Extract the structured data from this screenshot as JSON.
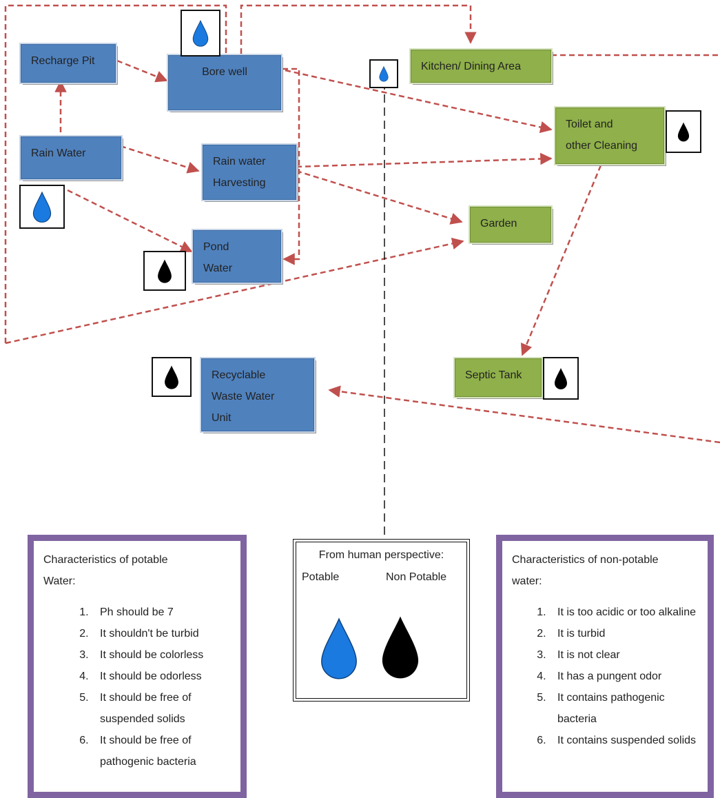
{
  "nodes": {
    "recharge_pit": [
      "Recharge Pit"
    ],
    "bore_well": [
      "Bore well"
    ],
    "rain_water": [
      "Rain Water"
    ],
    "rain_water_harvesting": [
      "Rain water",
      "Harvesting"
    ],
    "pond_water": [
      "Pond",
      "Water"
    ],
    "recyclable_waste_water_unit": [
      "Recyclable",
      "Waste Water",
      "Unit"
    ],
    "kitchen_dining_area": [
      "Kitchen/ Dining Area"
    ],
    "toilet_cleaning": [
      "Toilet and",
      "other Cleaning"
    ],
    "garden": [
      "Garden"
    ],
    "septic_tank": [
      "Septic Tank"
    ]
  },
  "colors": {
    "source_box": "#4f81bd",
    "usage_box": "#8fb04a",
    "arrow": "#c0504d",
    "panel_border": "#8064a2",
    "potable_drop": "#1a7ae0",
    "non_potable_drop": "#000000"
  },
  "icons": {
    "potable": "blue-water-drop-icon",
    "non_potable": "black-water-drop-icon"
  },
  "potable_panel": {
    "title": [
      "Characteristics of potable",
      "Water:"
    ],
    "items": [
      "Ph should be 7",
      "It shouldn't be turbid",
      "It should be colorless",
      "It should be odorless",
      "It should be free of suspended solids",
      "It should be free of pathogenic bacteria"
    ]
  },
  "legend": {
    "heading": "From human perspective:",
    "potable_label": "Potable",
    "non_potable_label": "Non Potable"
  },
  "non_potable_panel": {
    "title": [
      "Characteristics of non-potable",
      "water:"
    ],
    "items": [
      "It is too acidic or too alkaline",
      "It is turbid",
      "It is not clear",
      "It has a pungent odor",
      "It contains pathogenic bacteria",
      "It contains suspended solids"
    ]
  }
}
